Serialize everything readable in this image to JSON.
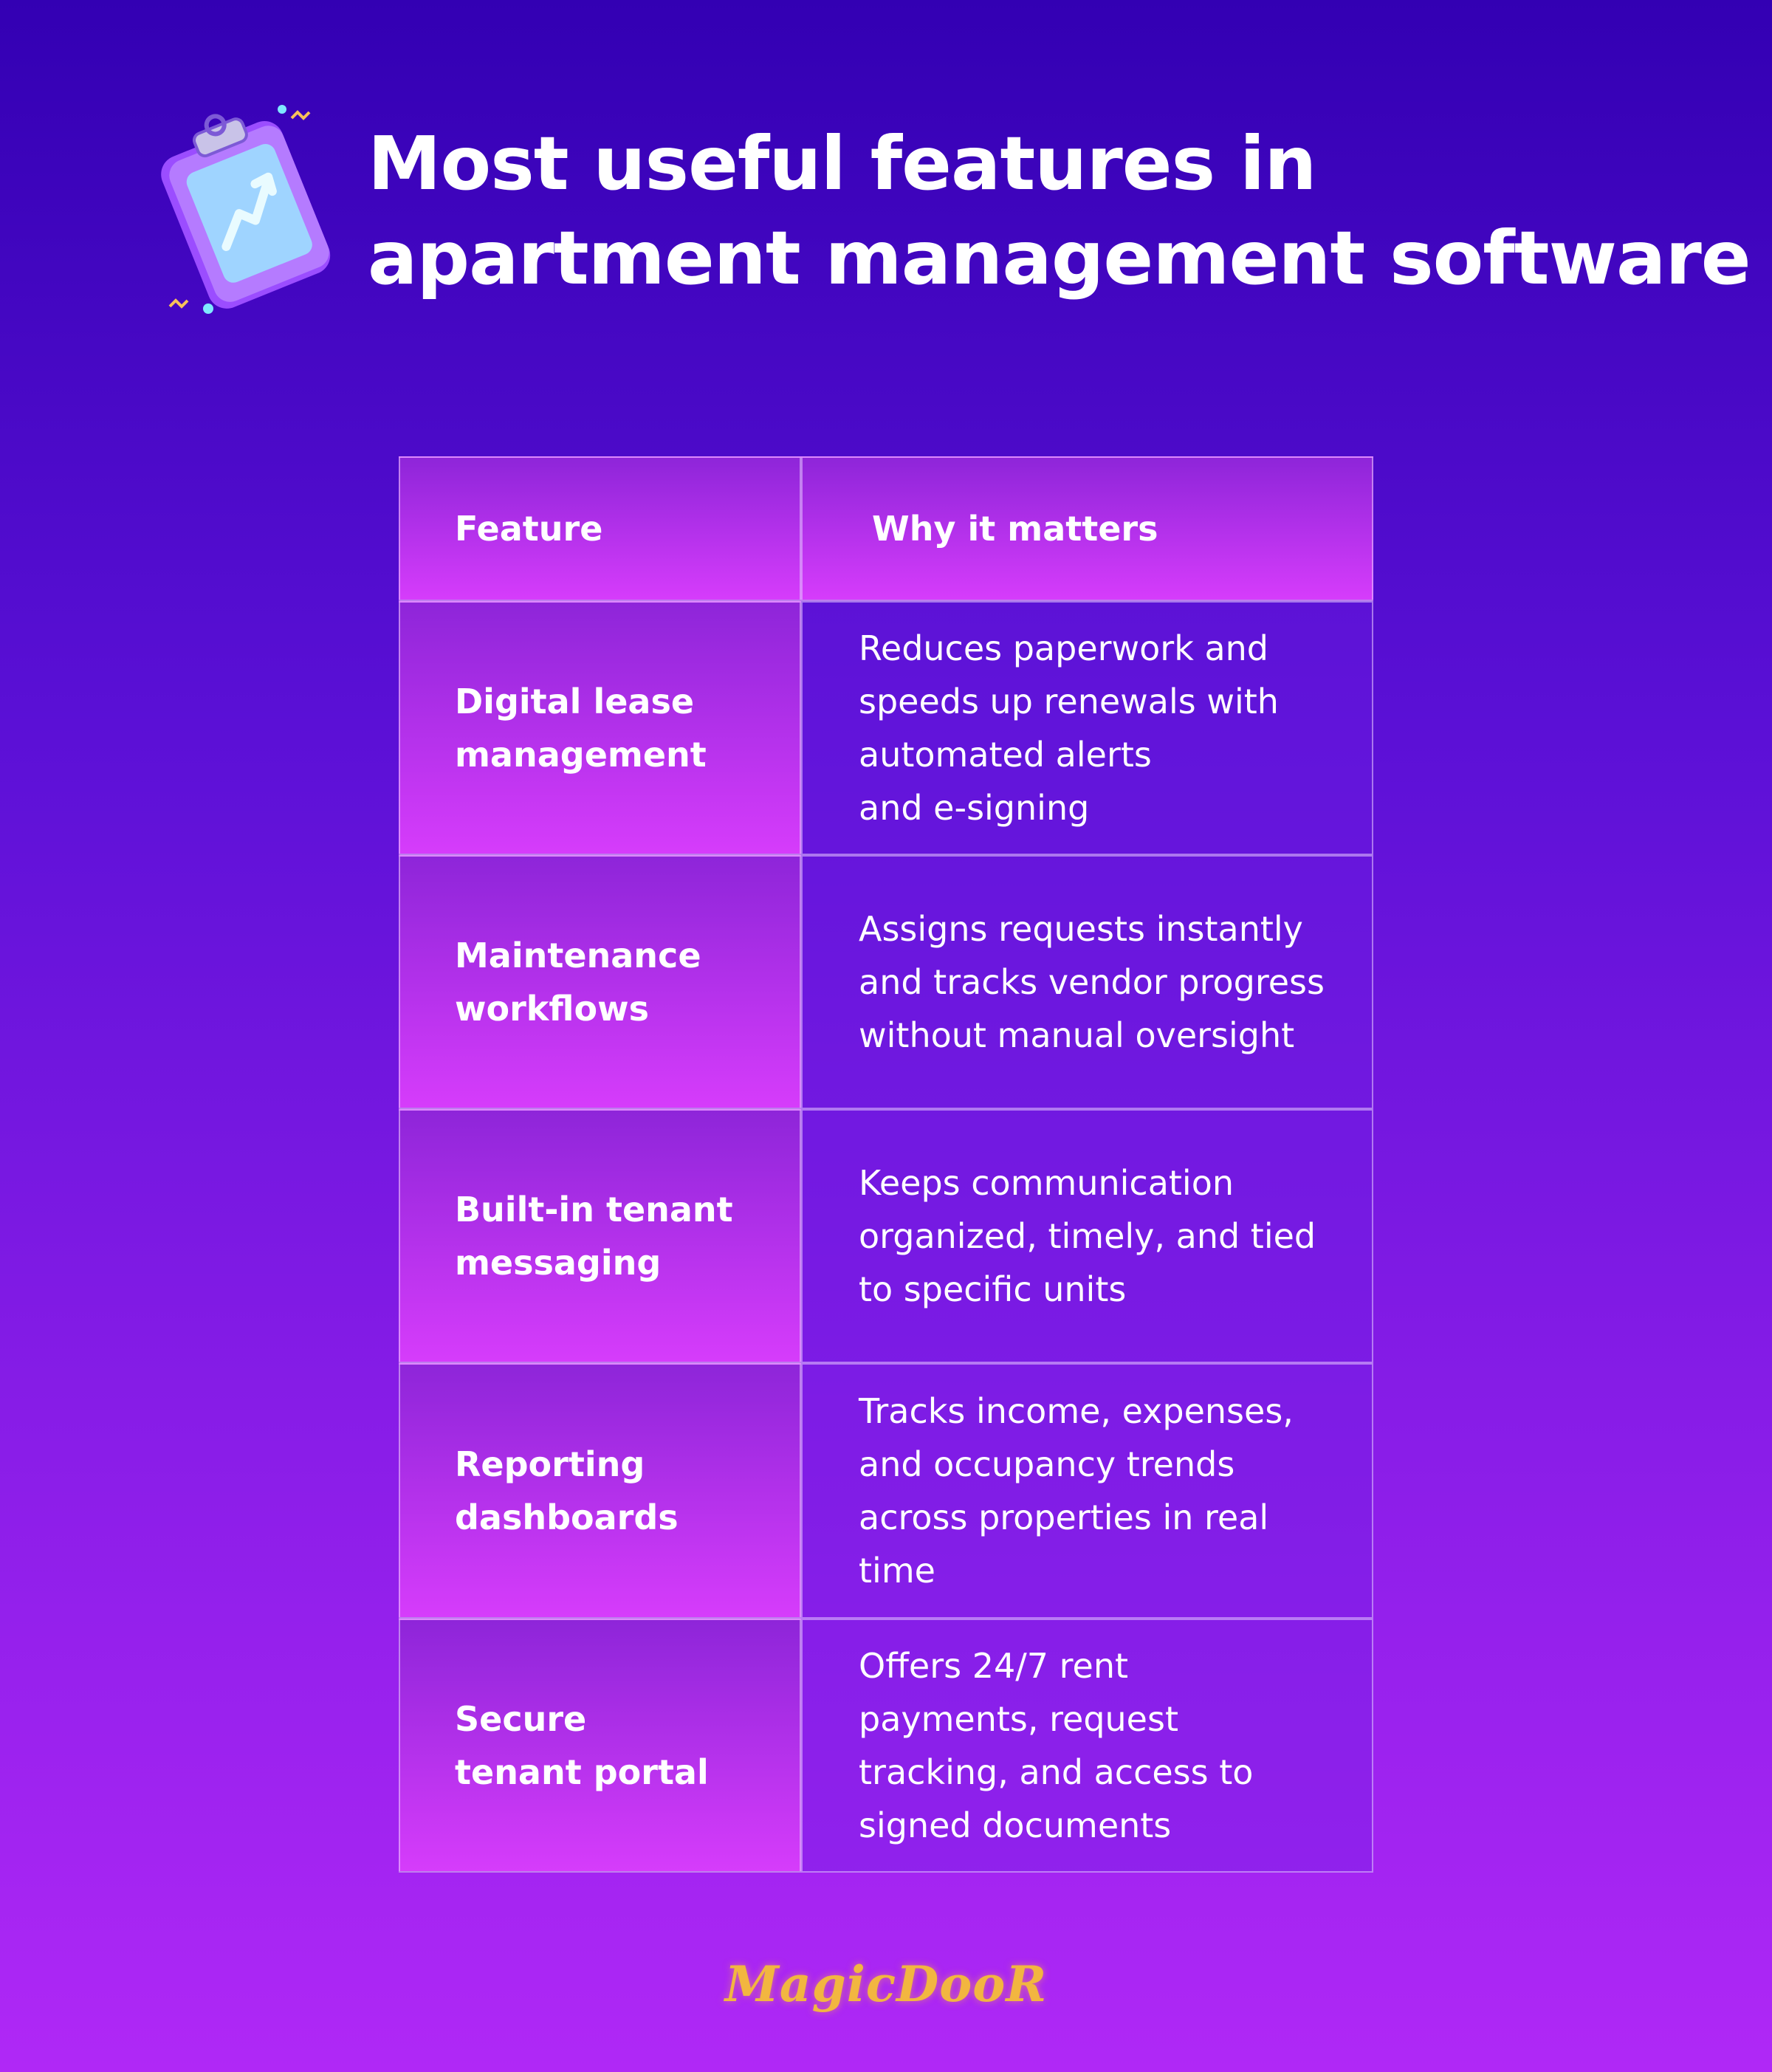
{
  "title": {
    "line1": "Most useful features in",
    "line2": "apartment management software"
  },
  "table": {
    "headers": {
      "feature": "Feature",
      "why": "Why it matters"
    },
    "rows": [
      {
        "feature": [
          "Digital lease",
          "management"
        ],
        "why": [
          "Reduces paperwork and",
          "speeds up renewals with",
          "automated alerts",
          "and e-signing"
        ]
      },
      {
        "feature": [
          "Maintenance",
          "workflows"
        ],
        "why": [
          "Assigns requests instantly",
          "and tracks vendor progress",
          "without manual oversight"
        ]
      },
      {
        "feature": [
          "Built-in tenant",
          "messaging"
        ],
        "why": [
          "Keeps communication",
          "organized, timely, and tied",
          "to specific units"
        ]
      },
      {
        "feature": [
          "Reporting",
          "dashboards"
        ],
        "why": [
          "Tracks income, expenses,",
          "and occupancy trends",
          "across properties in real",
          "time"
        ]
      },
      {
        "feature": [
          "Secure",
          "tenant portal"
        ],
        "why": [
          "Offers 24/7 rent",
          "payments, request",
          "tracking, and access to",
          "signed documents"
        ]
      }
    ]
  },
  "logo": {
    "text": "MagicDooR"
  },
  "icons": {
    "header_icon": "clipboard-chart-icon"
  },
  "colors": {
    "bg_top": "#3300b3",
    "bg_bottom": "#b028f6",
    "cell_accent": "#d63cfb",
    "logo": "#f2b640"
  }
}
